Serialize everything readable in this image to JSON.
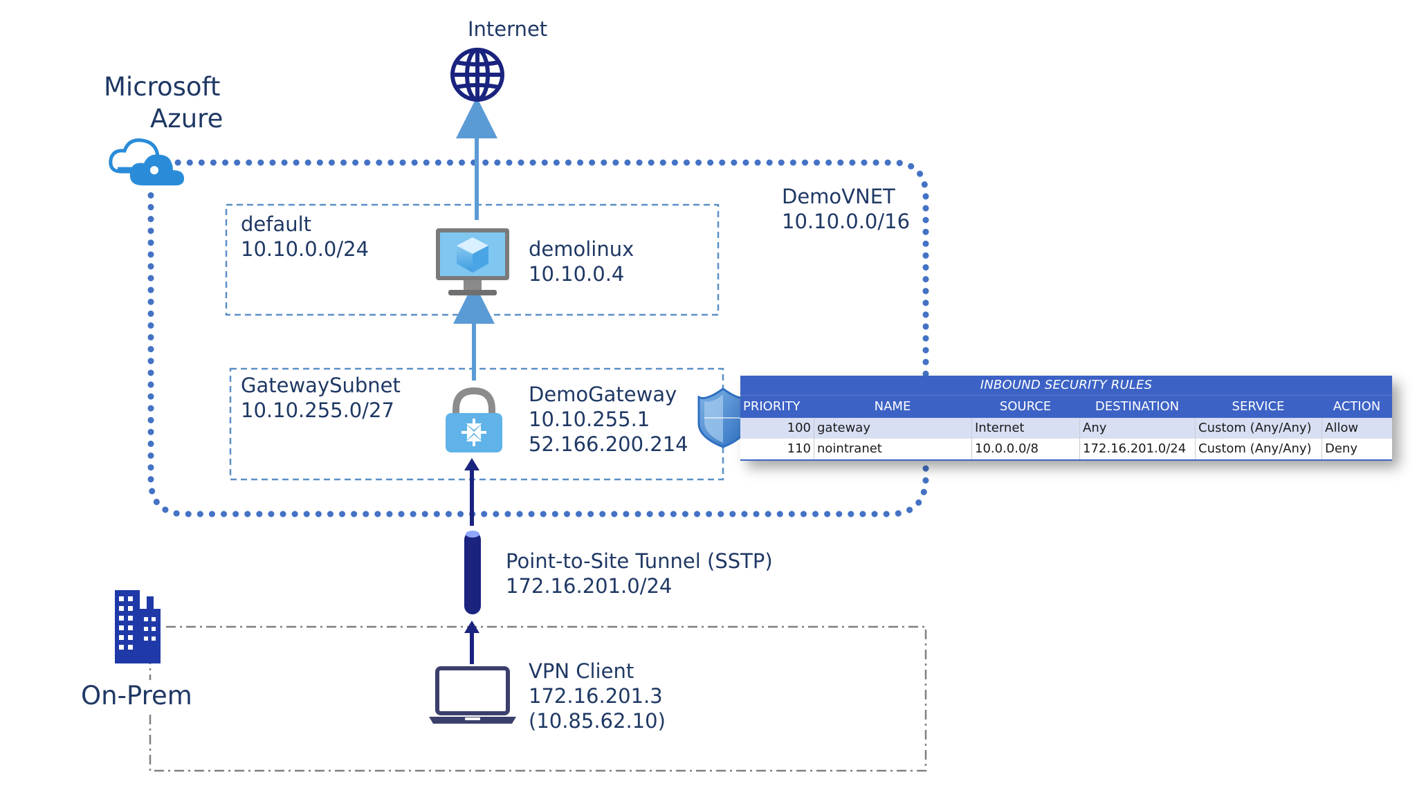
{
  "labels": {
    "internet": "Internet",
    "azure_line1": "Microsoft",
    "azure_line2": "Azure",
    "vnet_name": "DemoVNET",
    "vnet_cidr": "10.10.0.0/16",
    "default_subnet_name": "default",
    "default_subnet_cidr": "10.10.0.0/24",
    "vm_name": "demolinux",
    "vm_ip": "10.10.0.4",
    "gateway_subnet_name": "GatewaySubnet",
    "gateway_subnet_cidr": "10.10.255.0/27",
    "gateway_name": "DemoGateway",
    "gateway_private_ip": "10.10.255.1",
    "gateway_public_ip": "52.166.200.214",
    "tunnel_name": "Point-to-Site Tunnel (SSTP)",
    "tunnel_cidr": "172.16.201.0/24",
    "onprem": "On-Prem",
    "client_name": "VPN Client",
    "client_ip": "172.16.201.3",
    "client_local_ip": "(10.85.62.10)"
  },
  "nsg": {
    "title": "INBOUND SECURITY RULES",
    "columns": [
      "PRIORITY",
      "NAME",
      "SOURCE",
      "DESTINATION",
      "SERVICE",
      "ACTION"
    ],
    "rows": [
      [
        "100",
        "gateway",
        "Internet",
        "Any",
        "Custom (Any/Any)",
        "Allow"
      ],
      [
        "110",
        "nointranet",
        "10.0.0.0/8",
        "172.16.201.0/24",
        "Custom (Any/Any)",
        "Deny"
      ]
    ]
  },
  "icons": {
    "internet": "globe-icon",
    "azure": "azure-cloud-icon",
    "vm": "virtual-machine-icon",
    "gateway": "vpn-gateway-icon",
    "nsg": "shield-icon",
    "tunnel": "tunnel-pipe-icon",
    "onprem": "buildings-icon",
    "client": "laptop-icon"
  },
  "colors": {
    "text": "#1f3864",
    "vnet_border": "#4472c4",
    "subnet_border": "#5b8fc7",
    "arrow_light": "#5b9bd5",
    "arrow_dark": "#1a237e",
    "table_header": "#3c62c5",
    "onprem_border": "#7f7f7f"
  }
}
